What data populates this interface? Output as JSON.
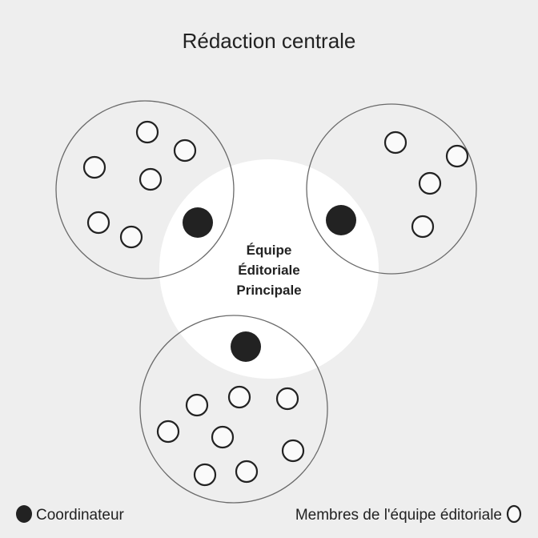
{
  "title": "Rédaction centrale",
  "center": {
    "lines": [
      "Équipe",
      "Éditoriale",
      "Principale"
    ]
  },
  "legend": {
    "coordinator": "Coordinateur",
    "members": "Membres de l'équipe éditoriale"
  },
  "groups": [
    {
      "name": "left",
      "coordinators": 1,
      "members": 6
    },
    {
      "name": "right",
      "coordinators": 1,
      "members": 4
    },
    {
      "name": "bottom",
      "coordinators": 1,
      "members": 8
    }
  ],
  "colors": {
    "background": "#eeeeee",
    "core": "#ffffff",
    "coordinator": "#222222",
    "member_fill": "#fafafa"
  }
}
